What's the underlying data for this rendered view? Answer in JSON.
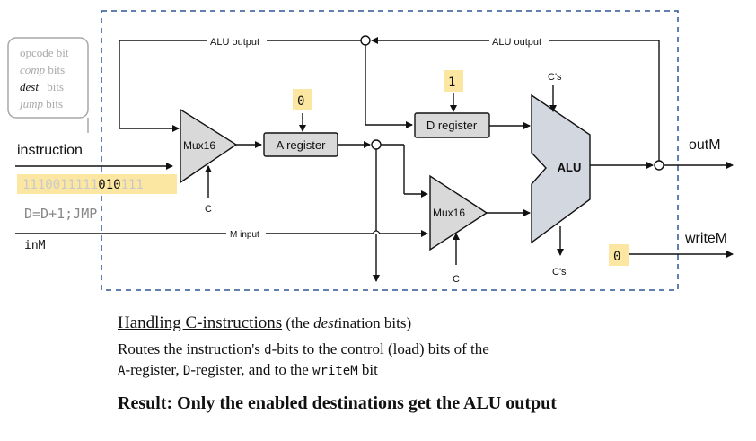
{
  "legend": {
    "opcode": "opcode bit",
    "comp": "comp",
    "comp_suffix": "bits",
    "dest": "dest",
    "dest_suffix": "bits",
    "jump": "jump",
    "jump_suffix": "bits"
  },
  "labels": {
    "instruction": "instruction",
    "inM": "inM",
    "outM": "outM",
    "writeM": "writeM",
    "alu_output_left": "ALU output",
    "alu_output_right": "ALU output",
    "m_input": "M input",
    "mux16_top": "Mux16",
    "mux16_bottom": "Mux16",
    "a_register": "A register",
    "d_register": "D register",
    "alu": "ALU",
    "c_mux1": "C",
    "c_mux2": "C",
    "cs_top": "C's",
    "cs_bottom": "C's"
  },
  "instruction_bits": {
    "prefix": "1110011111",
    "dest": "010",
    "suffix": "111"
  },
  "assembly": "D=D+1;JMP",
  "load_bits": {
    "a_register": "0",
    "d_register": "1",
    "writeM": "0"
  },
  "colors": {
    "highlight": "#fbe7a1",
    "bits_dim": "#c9c9c9",
    "register_fill": "#d9d9d9",
    "alu_fill": "#d3d7e0",
    "frame": "#2e5597"
  },
  "caption": {
    "title_underlined": "Handling C-instructions",
    "title_rest_1": " (the ",
    "title_dest_italic": "dest",
    "title_rest_2": "ination bits)",
    "body_1": "Routes the instruction's ",
    "body_code_d": "d",
    "body_2": "-bits to the control (load) bits of the",
    "body_code_a": "A",
    "body_3": "-register, ",
    "body_code_d2": "D",
    "body_4": "-register, and to the ",
    "body_code_w": "writeM",
    "body_5": " bit",
    "result": "Result: Only the enabled destinations get the ALU output"
  }
}
